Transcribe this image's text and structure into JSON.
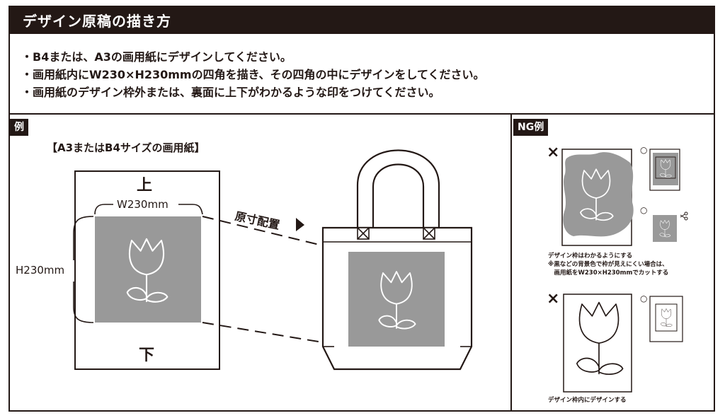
{
  "header": {
    "title": "デザイン原稿の描き方"
  },
  "instructions": [
    "・B4または、A3の画用紙にデザインしてください。",
    "・画用紙内にW230×H230mmの四角を描き、その四角の中にデザインをしてください。",
    "・画用紙のデザイン枠外または、裏面に上下がわかるような印をつけてください。"
  ],
  "example": {
    "tag": "例",
    "paper_label": "【A3またはB4サイズの画用紙】",
    "top_mark": "上",
    "bottom_mark": "下",
    "width_label": "W230mm",
    "height_label": "H230mm",
    "placement_label": "原寸配置"
  },
  "ng": {
    "tag": "NG例",
    "bad_mark": "×",
    "good_mark": "○",
    "note1": [
      "デザイン枠はわかるようにする",
      "※黒などの背景色で枠が見えにくい場合は、",
      "　画用紙をW230×H230mmでカットする"
    ],
    "note2": "デザイン枠内にデザインする"
  },
  "colors": {
    "dark": "#231815",
    "gray": "#999999",
    "white": "#ffffff"
  }
}
